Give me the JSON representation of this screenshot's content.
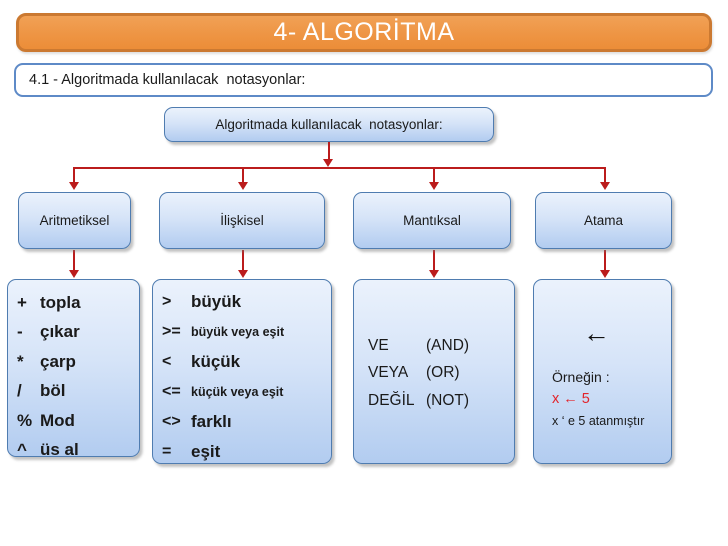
{
  "title": "4- ALGORİTMA",
  "subtitle": "4.1 - Algoritmada kullanılacak  notasyonlar:",
  "root": {
    "label": "Algoritmada kullanılacak  notasyonlar:"
  },
  "categories": [
    {
      "label": "Aritmetiksel"
    },
    {
      "label": "İlişkisel"
    },
    {
      "label": "Mantıksal"
    },
    {
      "label": "Atama"
    }
  ],
  "arith": {
    "rows": [
      {
        "sym": "+",
        "label": "topla"
      },
      {
        "sym": "-",
        "label": "çıkar"
      },
      {
        "sym": "*",
        "label": "çarp"
      },
      {
        "sym": "/",
        "label": "böl"
      },
      {
        "sym": "%",
        "label": "Mod"
      },
      {
        "sym": "^",
        "label": "üs al"
      }
    ]
  },
  "rel": {
    "rows": [
      {
        "sym": ">",
        "label": "büyük"
      },
      {
        "sym": ">=",
        "label": "büyük veya eşit"
      },
      {
        "sym": "<",
        "label": "küçük"
      },
      {
        "sym": "<=",
        "label": "küçük veya eşit"
      },
      {
        "sym": "<>",
        "label": "farklı"
      },
      {
        "sym": "=",
        "label": "eşit"
      }
    ]
  },
  "logic": {
    "rows": [
      {
        "op": "VE",
        "eng": "(AND)"
      },
      {
        "op": "VEYA",
        "eng": "(OR)"
      },
      {
        "op": "DEĞİL",
        "eng": "(NOT)"
      }
    ]
  },
  "assign": {
    "arrow_symbol": "←",
    "example_title": "Örneğin :",
    "example_expr": "x ← 5",
    "example_note": "x ‘ e 5 atanmıştır"
  },
  "colors": {
    "title_fill_orange": "#ee9544",
    "title_border_orange": "#cb7931",
    "subtitle_border_blue": "#5e8ac7",
    "box_border_blue": "#4f7cb0",
    "box_fill_light_blue": "#d6e4f8",
    "connector_red": "#bb1c1c",
    "example_text_red": "#e2242b",
    "title_text": "#ffffff",
    "body_text": "#1a1a1a"
  }
}
